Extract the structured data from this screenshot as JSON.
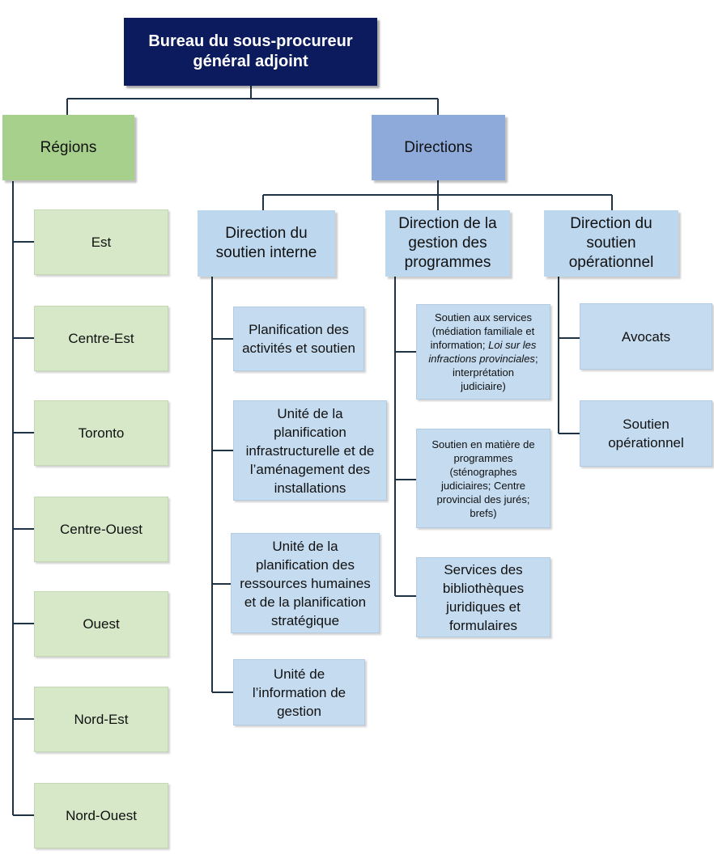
{
  "root": {
    "line1": "Bureau du sous-procureur",
    "line2": "général adjoint"
  },
  "regions": {
    "title": "Régions",
    "items": [
      "Est",
      "Centre-Est",
      "Toronto",
      "Centre-Ouest",
      "Ouest",
      "Nord-Est",
      "Nord-Ouest"
    ]
  },
  "directions": {
    "title": "Directions",
    "internal": {
      "title": [
        "Direction du",
        "soutien interne"
      ],
      "units": [
        [
          "Planification des",
          "activités et soutien"
        ],
        [
          "Unité de la",
          "planification",
          "infrastructurelle et de",
          "l’aménagement des",
          "installations"
        ],
        [
          "Unité de la",
          "planification des",
          "ressources humaines",
          "et de la planification",
          "stratégique"
        ],
        [
          "Unité de",
          "l’information de",
          "gestion"
        ]
      ]
    },
    "programs": {
      "title": [
        "Direction de la",
        "gestion des",
        "programmes"
      ],
      "services": {
        "l1": "Soutien aux services",
        "l2": "(médiation familiale et",
        "l3a": "information; ",
        "l3b": "Loi sur les",
        "l4": "infractions provinciales",
        "l4b": ";",
        "l5": "interprétation",
        "l6": "judiciaire)"
      },
      "programs_support": [
        "Soutien en matière de",
        "programmes",
        "(sténographes",
        "judiciaires; Centre",
        "provincial des jurés;",
        "brefs)"
      ],
      "libraries": [
        "Services des",
        "bibliothèques",
        "juridiques et",
        "formulaires"
      ]
    },
    "operational": {
      "title": [
        "Direction du",
        "soutien",
        "opérationnel"
      ],
      "units": [
        [
          "Avocats"
        ],
        [
          "Soutien",
          "opérationnel"
        ]
      ]
    }
  },
  "colors": {
    "navy": "#0b1b5e",
    "green_head": "#a8d08d",
    "green_light": "#d6e8c8",
    "blue_head": "#8eaadb",
    "blue_light": "#c5dbef",
    "connector": "#1f3347"
  }
}
